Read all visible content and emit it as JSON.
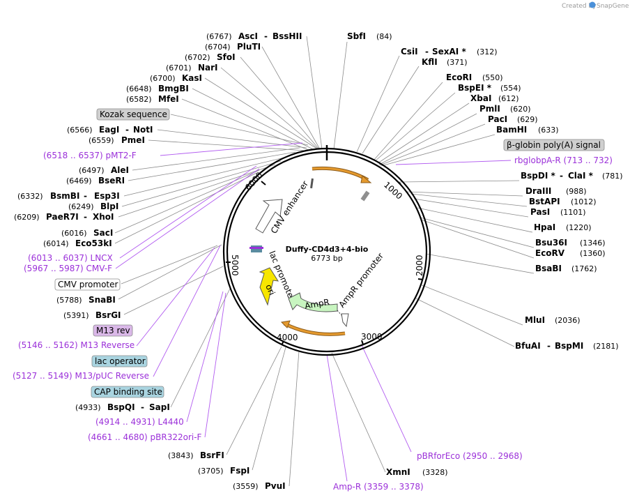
{
  "credit": {
    "prefix": "Created by",
    "brand": "SnapGene"
  },
  "plasmid": {
    "name": "Duffy-CD4d3+4-bio",
    "length": "6773 bp"
  },
  "ticks": [
    "1000",
    "2000",
    "3000",
    "4000",
    "5000",
    "6000"
  ],
  "enzymes_left": [
    {
      "pos": "(6767)",
      "name": "AscI",
      "sep": "-",
      "name2": "BssHII"
    },
    {
      "pos": "(6704)",
      "name": "PluTI"
    },
    {
      "pos": "(6702)",
      "name": "SfoI"
    },
    {
      "pos": "(6701)",
      "name": "NarI"
    },
    {
      "pos": "(6700)",
      "name": "KasI"
    },
    {
      "pos": "(6648)",
      "name": "BmgBI"
    },
    {
      "pos": "(6582)",
      "name": "MfeI"
    },
    {
      "pos": "(6566)",
      "name": "EagI",
      "sep": "-",
      "name2": "NotI"
    },
    {
      "pos": "(6559)",
      "name": "PmeI"
    },
    {
      "pos": "(6497)",
      "name": "AleI"
    },
    {
      "pos": "(6469)",
      "name": "BseRI"
    },
    {
      "pos": "(6332)",
      "name": "BsmBI",
      "sep": "-",
      "name2": "Esp3I"
    },
    {
      "pos": "(6249)",
      "name": "BlpI"
    },
    {
      "pos": "(6209)",
      "name": "PaeR7I",
      "sep": "-",
      "name2": "XhoI"
    },
    {
      "pos": "(6016)",
      "name": "SacI"
    },
    {
      "pos": "(6014)",
      "name": "Eco53kI"
    },
    {
      "pos": "(5788)",
      "name": "SnaBI"
    },
    {
      "pos": "(5391)",
      "name": "BsrGI"
    },
    {
      "pos": "(4933)",
      "name": "BspQI",
      "sep": "-",
      "name2": "SapI"
    },
    {
      "pos": "(3843)",
      "name": "BsrFI"
    },
    {
      "pos": "(3705)",
      "name": "FspI"
    },
    {
      "pos": "(3559)",
      "name": "PvuI"
    }
  ],
  "enzymes_right": [
    {
      "name": "SbfI",
      "pos": "(84)"
    },
    {
      "name": "CsiI",
      "sep": "-",
      "name2": "SexAI *",
      "pos": "(312)"
    },
    {
      "name": "KflI",
      "pos": "(371)"
    },
    {
      "name": "EcoRI",
      "pos": "(550)"
    },
    {
      "name": "BspEI *",
      "pos": "(554)"
    },
    {
      "name": "XbaI",
      "pos": "(612)"
    },
    {
      "name": "PmlI",
      "pos": "(620)"
    },
    {
      "name": "PacI",
      "pos": "(629)"
    },
    {
      "name": "BamHI",
      "pos": "(633)"
    },
    {
      "name": "BspDI *",
      "sep": "-",
      "name2": "ClaI *",
      "pos": "(781)"
    },
    {
      "name": "DraIII",
      "pos": "(988)"
    },
    {
      "name": "BstAPI",
      "pos": "(1012)"
    },
    {
      "name": "PasI",
      "pos": "(1101)"
    },
    {
      "name": "HpaI",
      "pos": "(1220)"
    },
    {
      "name": "Bsu36I",
      "pos": "(1346)"
    },
    {
      "name": "EcoRV",
      "pos": "(1360)"
    },
    {
      "name": "BsaBI",
      "pos": "(1762)"
    },
    {
      "name": "MluI",
      "pos": "(2036)"
    },
    {
      "name": "BfuAI",
      "sep": "-",
      "name2": "BspMI",
      "pos": "(2181)"
    },
    {
      "name": "XmnI",
      "pos": "(3328)"
    }
  ],
  "primers": [
    {
      "text": "(6518 .. 6537)  pMT2-F"
    },
    {
      "text": "(6013 .. 6037)  LNCX"
    },
    {
      "text": "(5967 .. 5987)  CMV-F"
    },
    {
      "text": "(5146 .. 5162)  M13 Reverse"
    },
    {
      "text": "(5127 .. 5149)  M13/pUC Reverse"
    },
    {
      "text": "(4914 .. 4931)  L4440"
    },
    {
      "text": "(4661 .. 4680)  pBR322ori-F"
    },
    {
      "text": "rbglobpA-R   (713 .. 732)"
    },
    {
      "text": "pBRforEco   (2950 .. 2968)"
    },
    {
      "text": "Amp-R   (3359 .. 3378)"
    }
  ],
  "boxed_features": {
    "kozak": "Kozak sequence",
    "betaglobin": "β-globin poly(A) signal",
    "cmv_promoter": "CMV promoter",
    "m13_rev": "M13 rev",
    "lac_operator": "lac operator",
    "cap_site": "CAP binding site"
  },
  "ring_features": {
    "cmv_enhancer": "CMV enhancer",
    "lac_promoter": "lac promoter",
    "ori": "ori",
    "ampr": "AmpR",
    "ampr_promoter": "AmpR promoter"
  },
  "colors": {
    "primer": "#9b30d9",
    "orange_feature": "#e59a2e",
    "ampr_green": "#c8f5c0",
    "ori_yellow": "#f7e600",
    "m13_fill": "#dab8e8",
    "lac_fill": "#a9d4e0",
    "gray_box": "#cfcfcf",
    "snapgene_blue": "#4a90d9"
  }
}
